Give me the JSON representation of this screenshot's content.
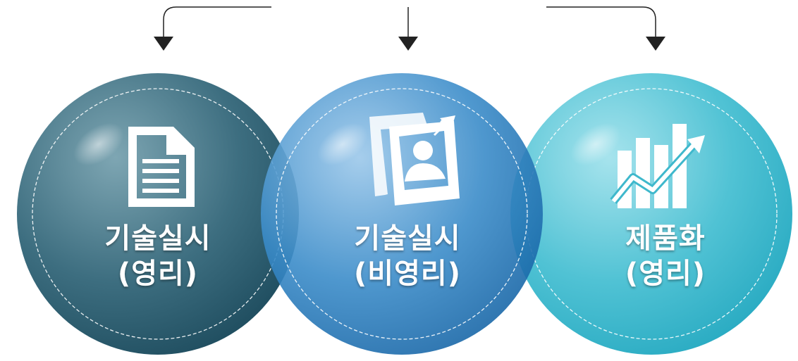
{
  "circles": [
    {
      "line1": "기술실시",
      "line2": "(영리)",
      "icon": "document-icon",
      "color_dark": "#1e4f63",
      "color_light": "#6f9aa8"
    },
    {
      "line1": "기술실시",
      "line2": "(비영리)",
      "icon": "photo-pin-icon",
      "color_dark": "#1466a8",
      "color_light": "#8dbde2"
    },
    {
      "line1": "제품화",
      "line2": "(영리)",
      "icon": "growth-chart-icon",
      "color_dark": "#17a3bd",
      "color_light": "#86d7e3"
    }
  ],
  "arrow_color": "#222222"
}
